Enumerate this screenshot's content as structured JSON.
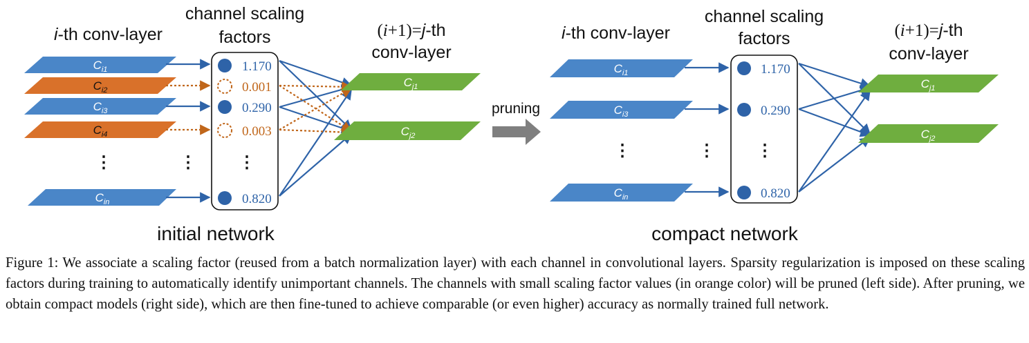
{
  "left_panel": {
    "header_i_prefix": "i",
    "header_i_suffix": "-th conv-layer",
    "header_factors_line1": "channel scaling",
    "header_factors_line2": "factors",
    "header_j_line1_a": "(",
    "header_j_line1_i": "i",
    "header_j_line1_b": "+1)=",
    "header_j_line1_j": "j",
    "header_j_line1_c": "-th",
    "header_j_line2": "conv-layer",
    "caption": "initial network",
    "input_channels": [
      {
        "label": "C",
        "sub": "i1",
        "status": "kept",
        "factor": "1.170"
      },
      {
        "label": "C",
        "sub": "i2",
        "status": "pruned",
        "factor": "0.001"
      },
      {
        "label": "C",
        "sub": "i3",
        "status": "kept",
        "factor": "0.290"
      },
      {
        "label": "C",
        "sub": "i4",
        "status": "pruned",
        "factor": "0.003"
      },
      {
        "label": "C",
        "sub": "in",
        "status": "kept",
        "factor": "0.820"
      }
    ],
    "output_channels": [
      {
        "label": "C",
        "sub": "j1"
      },
      {
        "label": "C",
        "sub": "j2"
      }
    ]
  },
  "arrow_label": "pruning",
  "right_panel": {
    "header_i_prefix": "i",
    "header_i_suffix": "-th conv-layer",
    "header_factors_line1": "channel scaling",
    "header_factors_line2": "factors",
    "header_j_line1_a": "(",
    "header_j_line1_i": "i",
    "header_j_line1_b": "+1)=",
    "header_j_line1_j": "j",
    "header_j_line1_c": "-th",
    "header_j_line2": "conv-layer",
    "caption": "compact network",
    "input_channels": [
      {
        "label": "C",
        "sub": "i1",
        "factor": "1.170"
      },
      {
        "label": "C",
        "sub": "i3",
        "factor": "0.290"
      },
      {
        "label": "C",
        "sub": "in",
        "factor": "0.820"
      }
    ],
    "output_channels": [
      {
        "label": "C",
        "sub": "j1"
      },
      {
        "label": "C",
        "sub": "j2"
      }
    ]
  },
  "ellipsis": "⋮",
  "colors": {
    "blue_plane": "#4a86c8",
    "orange_plane": "#d9712a",
    "green_plane": "#6fae3f",
    "arrow_blue": "#2e63a8",
    "dotted_orange": "#c0661a",
    "pruning_arrow": "#7f7f7f"
  },
  "figure_caption": "Figure 1: We associate a scaling factor (reused from a batch normalization layer) with each channel in convolutional layers. Sparsity regularization is imposed on these scaling factors during training to automatically identify unimportant channels. The channels with small scaling factor values (in orange color) will be pruned (left side). After pruning, we obtain compact models (right side), which are then fine-tuned to achieve comparable (or even higher) accuracy as normally trained full network."
}
